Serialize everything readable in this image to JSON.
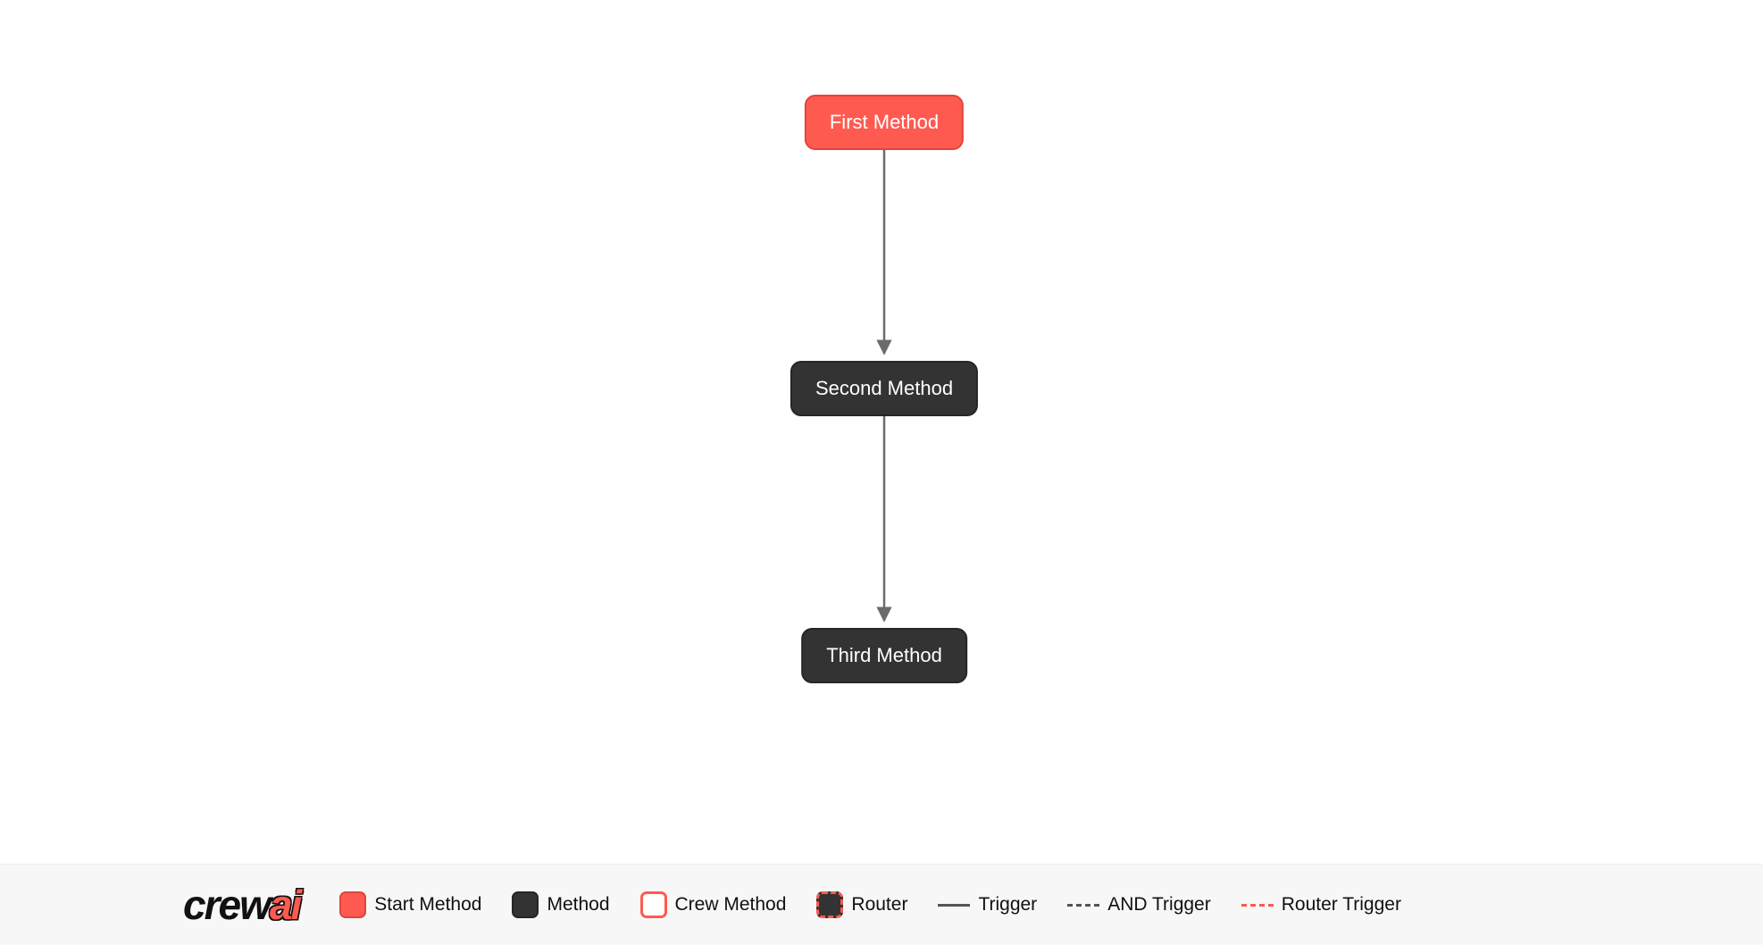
{
  "flow": {
    "nodes": [
      {
        "id": "first_method",
        "label": "First Method",
        "type": "start"
      },
      {
        "id": "second_method",
        "label": "Second Method",
        "type": "method"
      },
      {
        "id": "third_method",
        "label": "Third Method",
        "type": "method"
      }
    ],
    "edges": [
      {
        "from": "first_method",
        "to": "second_method",
        "type": "trigger"
      },
      {
        "from": "second_method",
        "to": "third_method",
        "type": "trigger"
      }
    ]
  },
  "legend": {
    "logo": {
      "crew": "crew",
      "ai": "ai"
    },
    "items": [
      {
        "label": "Start Method",
        "swatch": "start-method-swatch"
      },
      {
        "label": "Method",
        "swatch": "method-swatch"
      },
      {
        "label": "Crew Method",
        "swatch": "crew-method-swatch"
      },
      {
        "label": "Router",
        "swatch": "router-swatch"
      },
      {
        "label": "Trigger",
        "swatch": "trigger-line"
      },
      {
        "label": "AND Trigger",
        "swatch": "and-trigger-line"
      },
      {
        "label": "Router Trigger",
        "swatch": "router-trigger-line"
      }
    ]
  },
  "colors": {
    "canvas_bg": "#ffffff",
    "start_method": "#ff5a50",
    "start_method_border": "#e0453c",
    "method": "#333333",
    "method_border": "#262626",
    "edge": "#6b6b6b",
    "trigger_line": "#555555",
    "router_trigger": "#ff5a50",
    "legend_bg": "#f7f7f8"
  }
}
